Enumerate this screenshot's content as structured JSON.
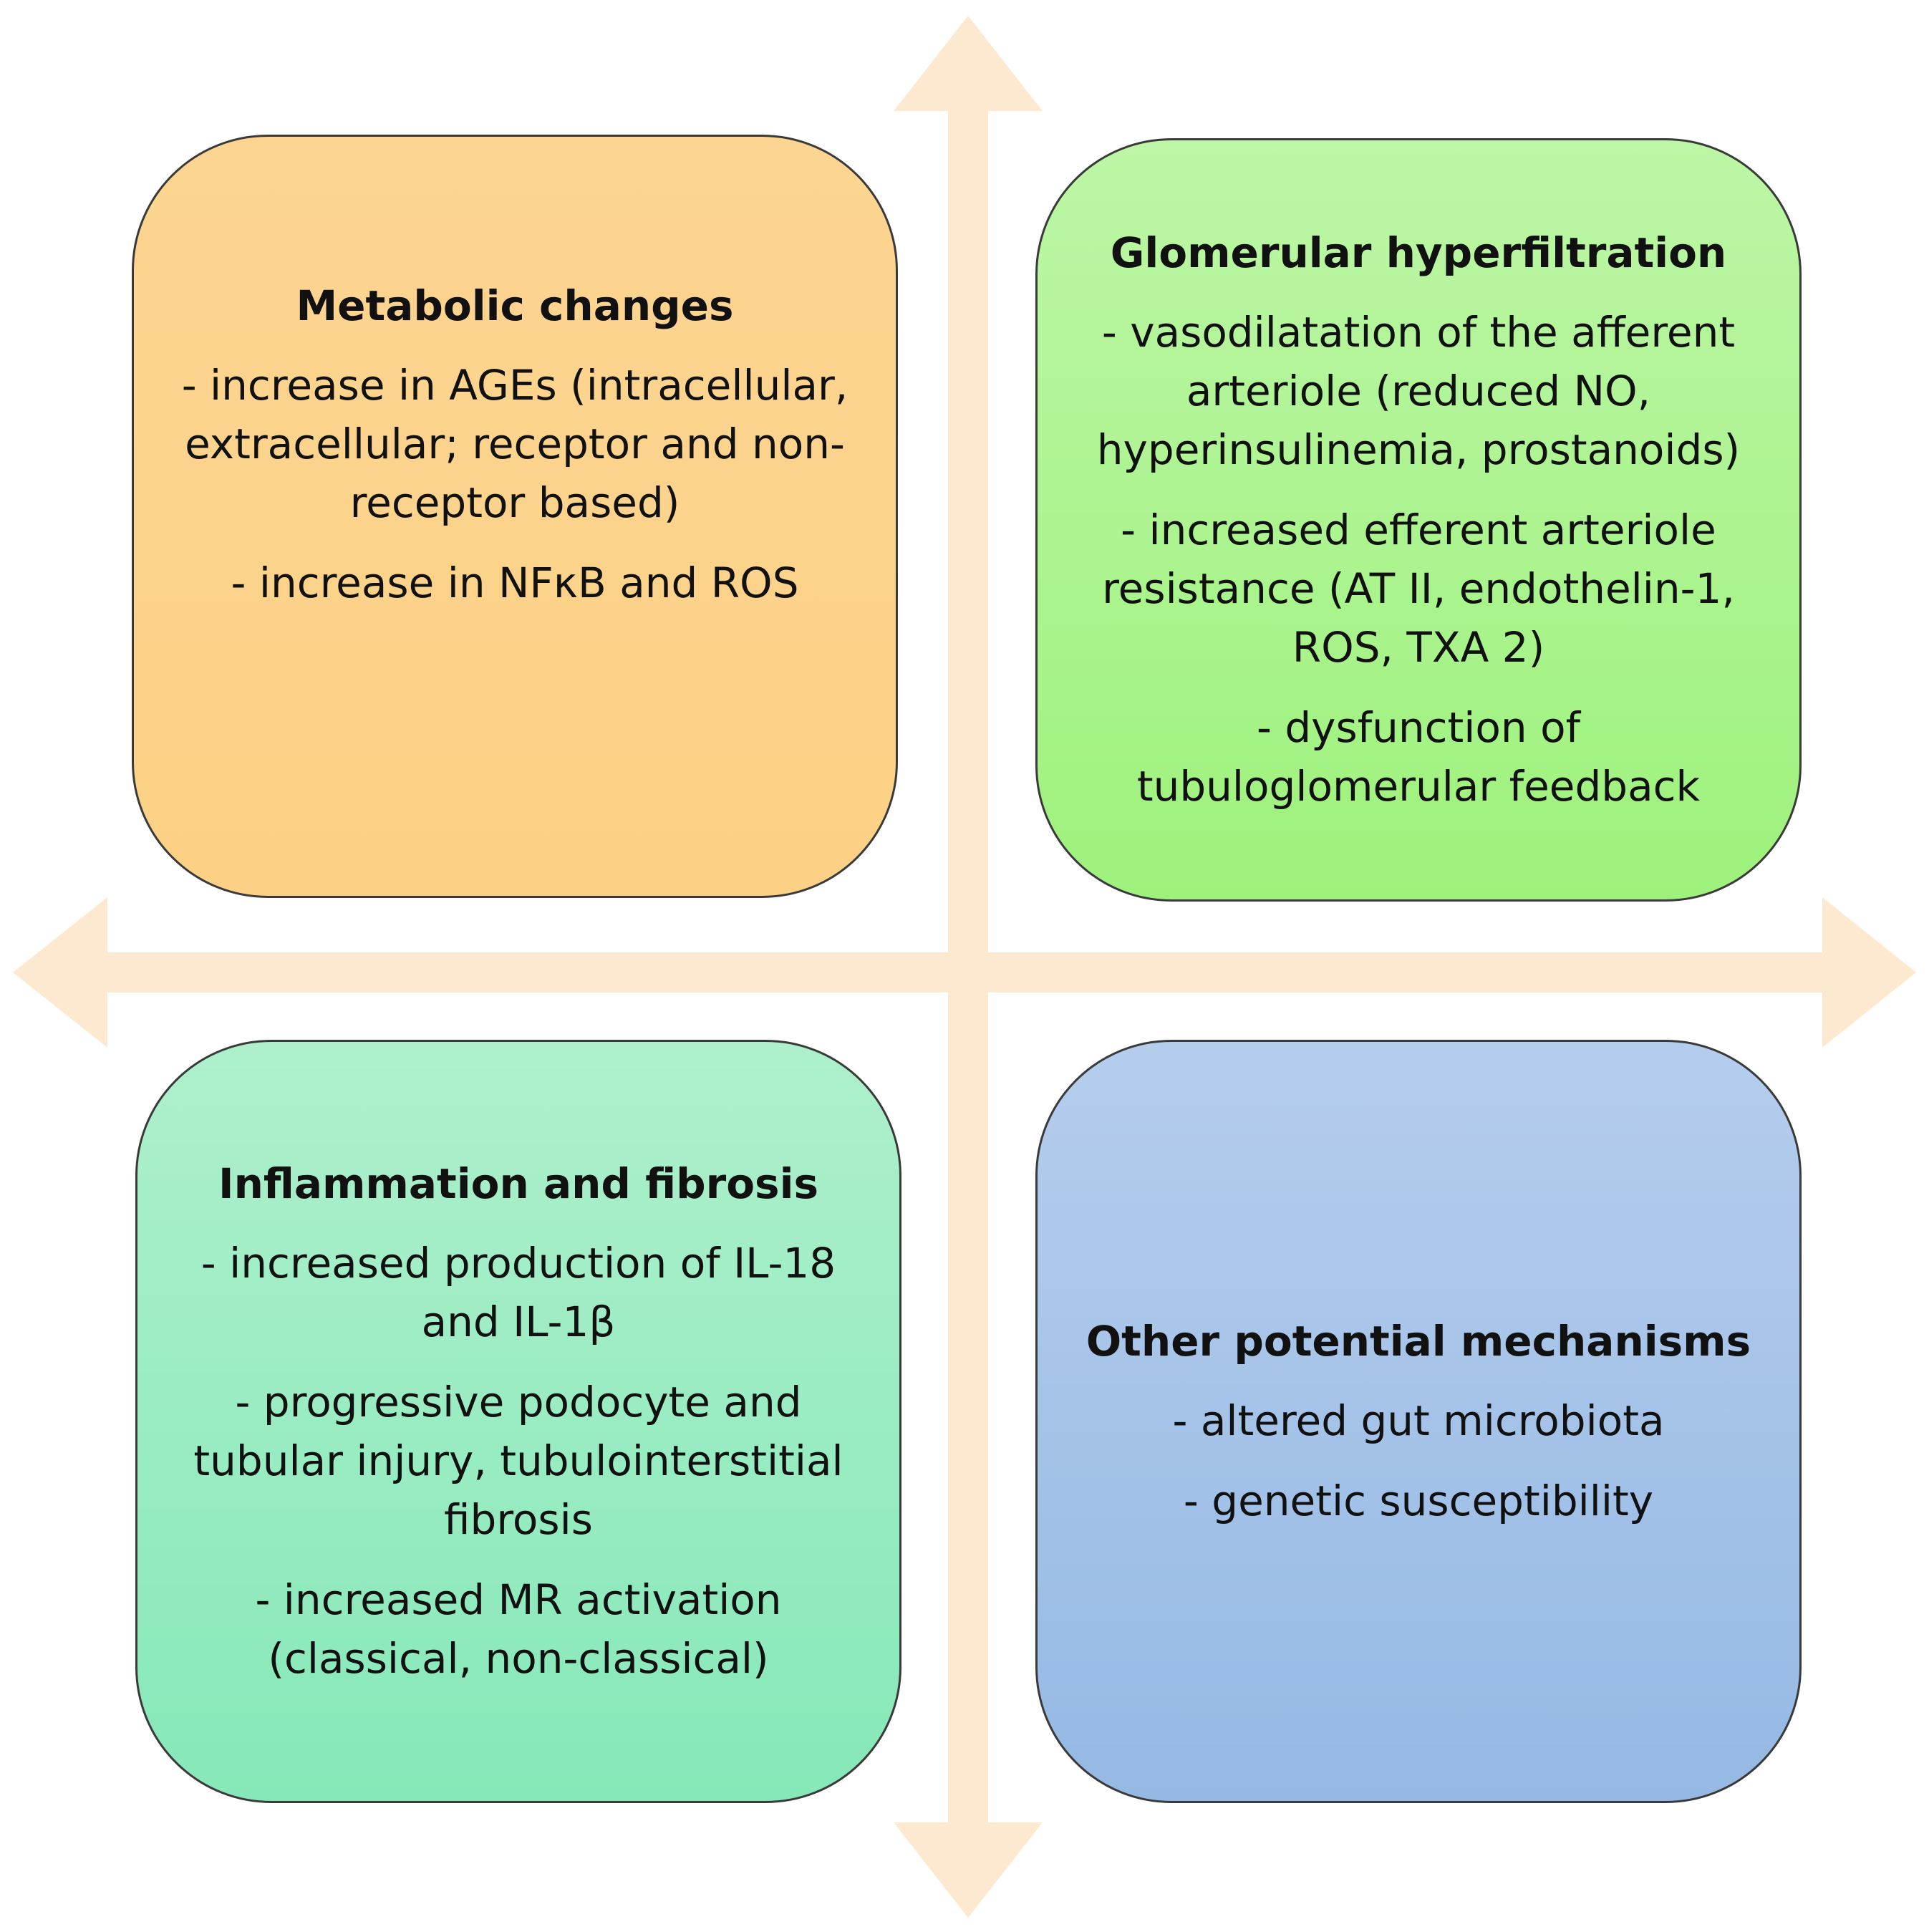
{
  "colors": {
    "arrow": "#fde9cf",
    "metabolic_fill": "#fcd48e",
    "hyperfiltration_fill": "#abf48f",
    "inflammation_fill": "#9decc2",
    "other_fill": "#a6c4e9",
    "border": "#3a3a3a"
  },
  "boxes": {
    "metabolic": {
      "title": "Metabolic changes",
      "items": [
        "- increase in AGEs (intracellular, extracellular; receptor and non-receptor based)",
        "- increase in NFκB and ROS"
      ]
    },
    "hyperfiltration": {
      "title": "Glomerular hyperfiltration",
      "items": [
        "- vasodilatation of the afferent arteriole (reduced NO, hyperinsulinemia, prostanoids)",
        "- increased efferent arteriole resistance (AT II, endothelin-1, ROS, TXA 2)",
        "- dysfunction of tubuloglomerular feedback"
      ]
    },
    "inflammation": {
      "title": "Inflammation and fibrosis",
      "items": [
        "- increased production of IL-18 and IL-1β",
        "- progressive podocyte and tubular injury, tubulointerstitial fibrosis",
        "- increased MR activation (classical, non-classical)"
      ]
    },
    "other": {
      "title": "Other potential mechanisms",
      "items": [
        "- altered gut microbiota",
        "- genetic susceptibility"
      ]
    }
  }
}
